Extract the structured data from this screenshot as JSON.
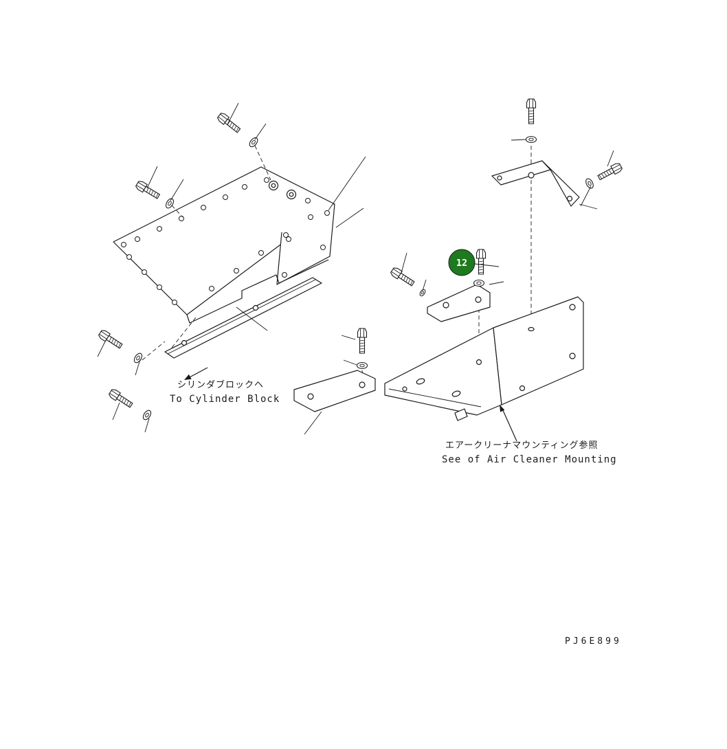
{
  "diagram": {
    "type": "exploded-parts-diagram",
    "background_color": "#ffffff",
    "line_color": "#1a1a1a",
    "callout": {
      "number": "12",
      "fill_color": "#1e7a1e",
      "text_color": "#ffffff"
    },
    "labels": {
      "cylinder_block_jp": "シリンダブロックヘ",
      "cylinder_block_en": "To Cylinder Block",
      "air_cleaner_jp": "エアークリーナマウンティング参照",
      "air_cleaner_en": "See of Air Cleaner Mounting"
    },
    "drawing_code": "PJ6E899"
  }
}
